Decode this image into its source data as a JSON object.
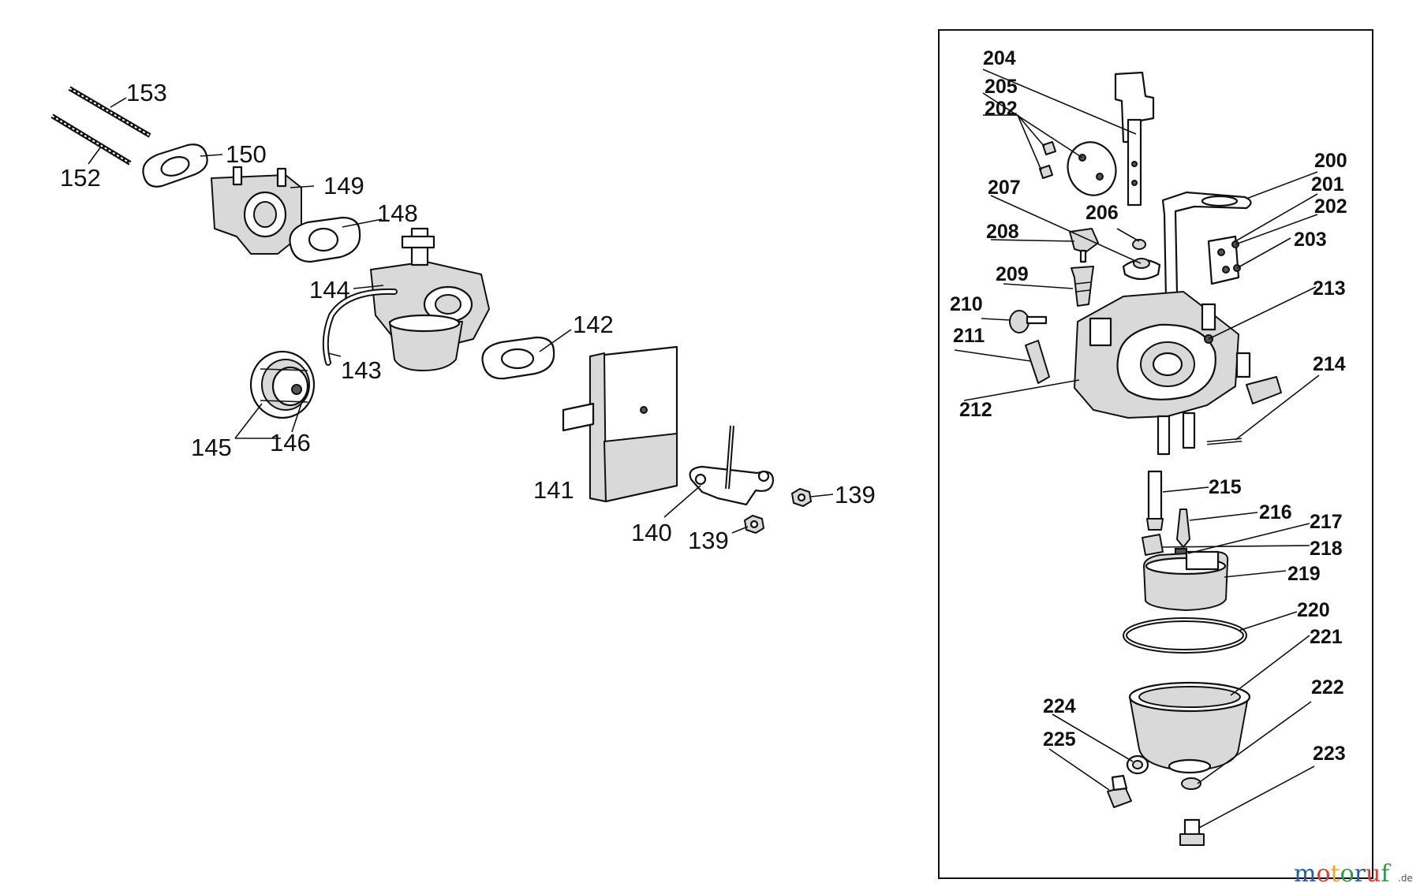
{
  "left_labels": [
    "153",
    "152",
    "150",
    "149",
    "148",
    "144",
    "143",
    "142",
    "145",
    "146",
    "141",
    "140",
    "139",
    "139"
  ],
  "right_labels": [
    "204",
    "205",
    "202",
    "200",
    "201",
    "202",
    "203",
    "207",
    "206",
    "208",
    "209",
    "210",
    "211",
    "213",
    "212",
    "214",
    "215",
    "216",
    "217",
    "218",
    "219",
    "220",
    "221",
    "222",
    "224",
    "225",
    "223"
  ],
  "watermark": {
    "letters": [
      "m",
      "o",
      "t",
      "o",
      "r",
      "u",
      "f"
    ],
    "letter_colors": [
      "#1f5fb0",
      "#e13c2d",
      "#f2a51c",
      "#2d9b46",
      "#1f5fb0",
      "#e13c2d",
      "#2d9b46"
    ],
    "suffix": ".de"
  }
}
